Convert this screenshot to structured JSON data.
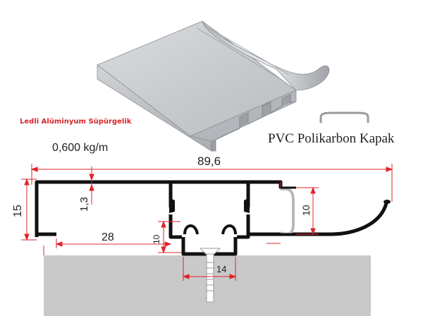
{
  "product_title": "Ledli Alüminyum Süpürgelik",
  "weight": "0,600 kg/m",
  "cover_label": "PVC Polikarbon Kapak",
  "dimensions": {
    "total_width": "89,6",
    "height": "15",
    "wall_thickness": "1,3",
    "inner_width": "28",
    "channel_depth": "10",
    "channel_width": "14",
    "cover_height": "10"
  },
  "colors": {
    "dimension_line": "#e0242b",
    "profile": "#111111",
    "cover": "#b8b8b8",
    "wall": "#c9c9c9",
    "render_face": "#c8cacd"
  }
}
